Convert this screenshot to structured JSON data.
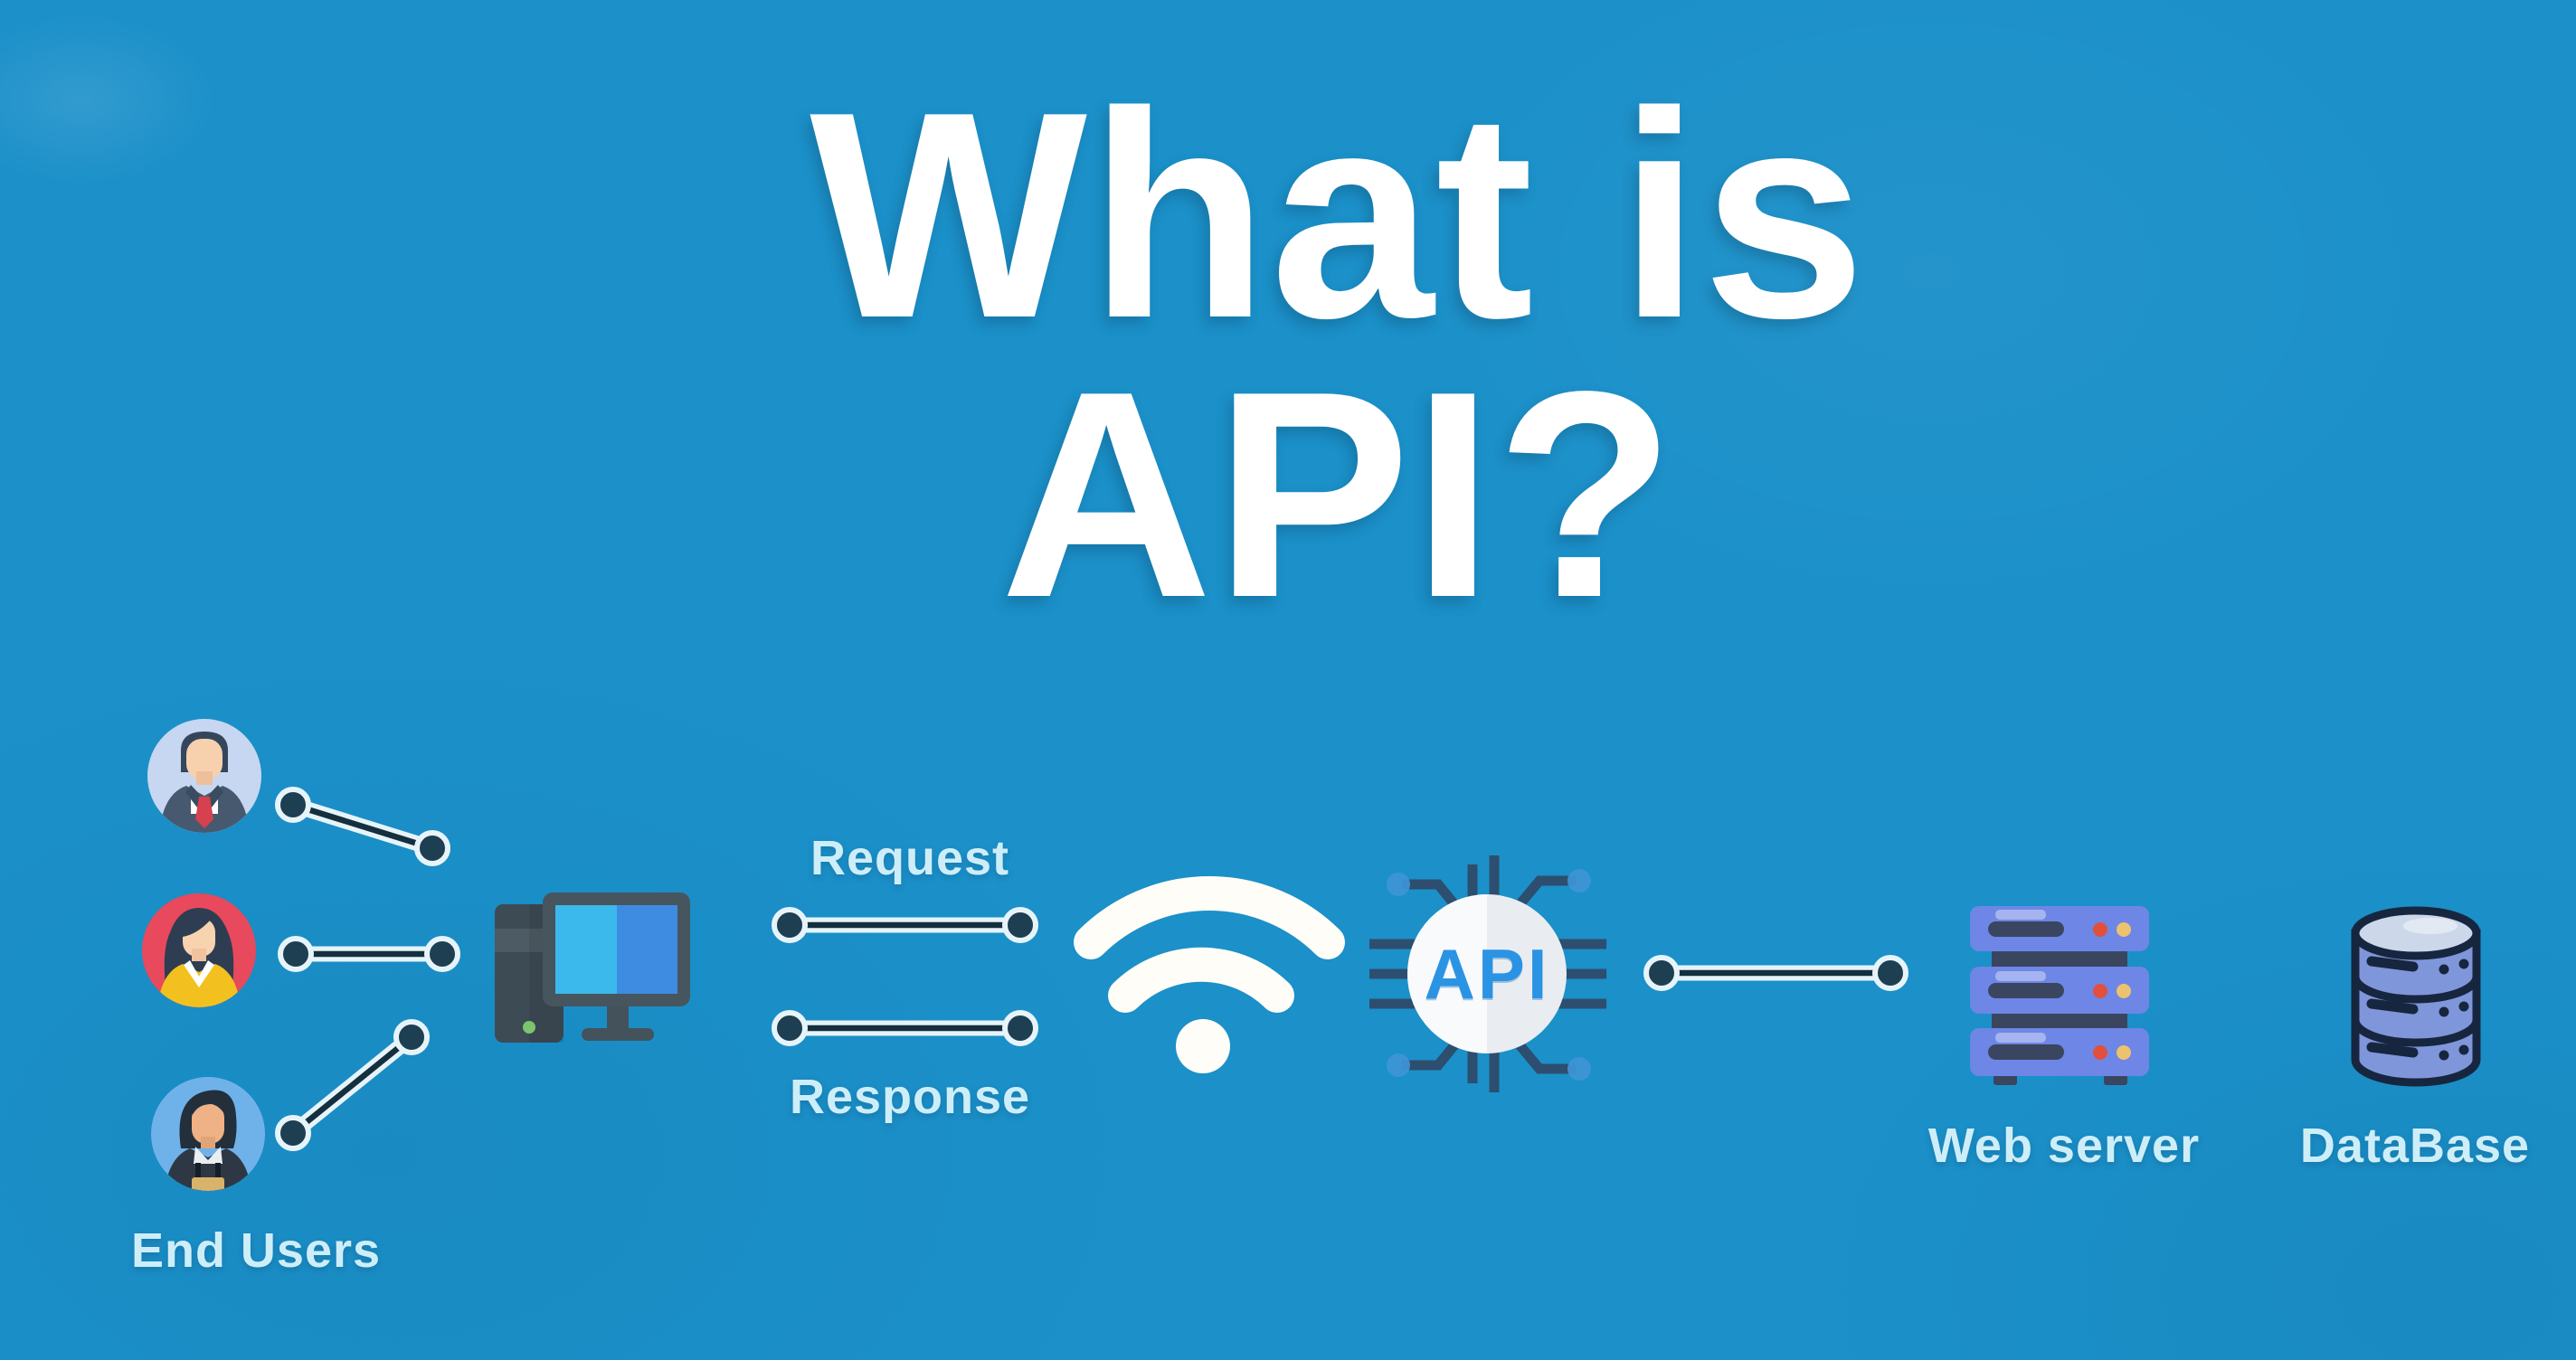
{
  "title": {
    "line1": "What is",
    "line2": "API?"
  },
  "nodes": {
    "end_users_label": "End Users",
    "request_label": "Request",
    "response_label": "Response",
    "api_label": "API",
    "web_server_label": "Web server",
    "database_label": "DataBase"
  },
  "icons": [
    "businessman-avatar-icon",
    "woman-avatar-icon",
    "young-man-avatar-icon",
    "desktop-computer-icon",
    "wifi-icon",
    "api-chip-icon",
    "web-server-icon",
    "database-icon",
    "connector-line"
  ],
  "colors": {
    "background": "#1b90c9",
    "title_text": "#ffffff",
    "label_text": "#cdeef8",
    "api_text": "#2b93e3",
    "connector_dot": "#1e3e51",
    "connector_casing": "#e6f4fa",
    "avatar1_bg": "#c7d7f1",
    "avatar2_bg": "#e8495c",
    "avatar3_bg": "#6fb2e9",
    "server_body": "#6e86e6",
    "server_led_red": "#e2503c",
    "server_led_yellow": "#edc26e",
    "database_body": "#8096da",
    "screen_blue_left": "#3cb9ec",
    "screen_blue_right": "#3e8ce2"
  }
}
